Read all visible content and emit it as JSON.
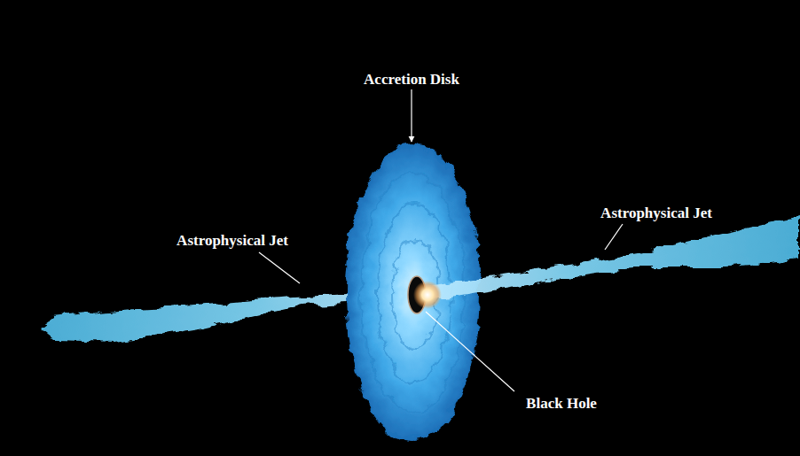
{
  "diagram": {
    "labels": [
      "Accretion Disk",
      "Astrophysical Jet",
      "Astrophysical Jet",
      "Black Hole"
    ]
  }
}
